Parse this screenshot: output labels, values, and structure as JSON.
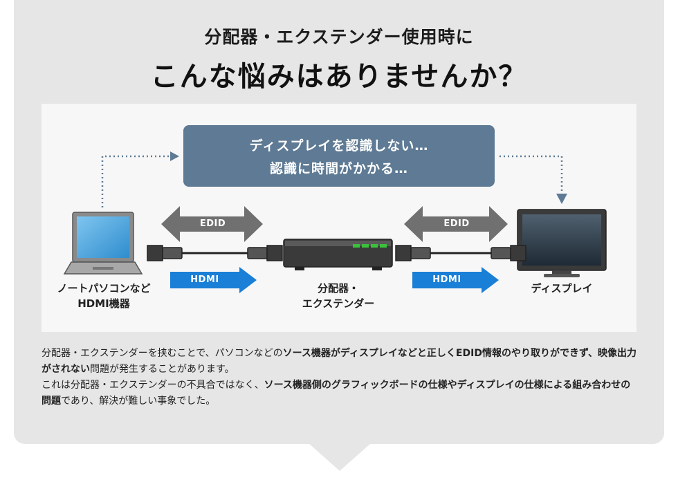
{
  "title": {
    "sub": "分配器・エクステンダー使用時に",
    "main": "こんな悩みはありませんか？"
  },
  "problem": {
    "line1": "ディスプレイを認識しない…",
    "line2": "認識に時間がかかる…"
  },
  "devices": {
    "laptop_line1": "ノートパソコンなど",
    "laptop_line2": "HDMI機器",
    "splitter_line1": "分配器・",
    "splitter_line2": "エクステンダー",
    "display": "ディスプレイ"
  },
  "arrows": {
    "edid": "EDID",
    "hdmi": "HDMI"
  },
  "colors": {
    "panel": "#e6e6e6",
    "problem_box": "#5e7a94",
    "edid_arrow": "#707070",
    "hdmi_arrow": "#1a7fd6",
    "led": "#3ac23a"
  },
  "description": {
    "p1_a": "分配器・エクステンダーを挟むことで、パソコンなどの",
    "p1_b": "ソース機器がディスプレイなどと正しくEDID情報のやり取りができず、映像出力がされない",
    "p1_c": "問題が発生することがあります。",
    "p2_a": "これは分配器・エクステンダーの不具合ではなく、",
    "p2_b": "ソース機器側のグラフィックボードの仕様やディスプレイの仕様による組み合わせの問題",
    "p2_c": "であり、解決が難しい事象でした。"
  }
}
